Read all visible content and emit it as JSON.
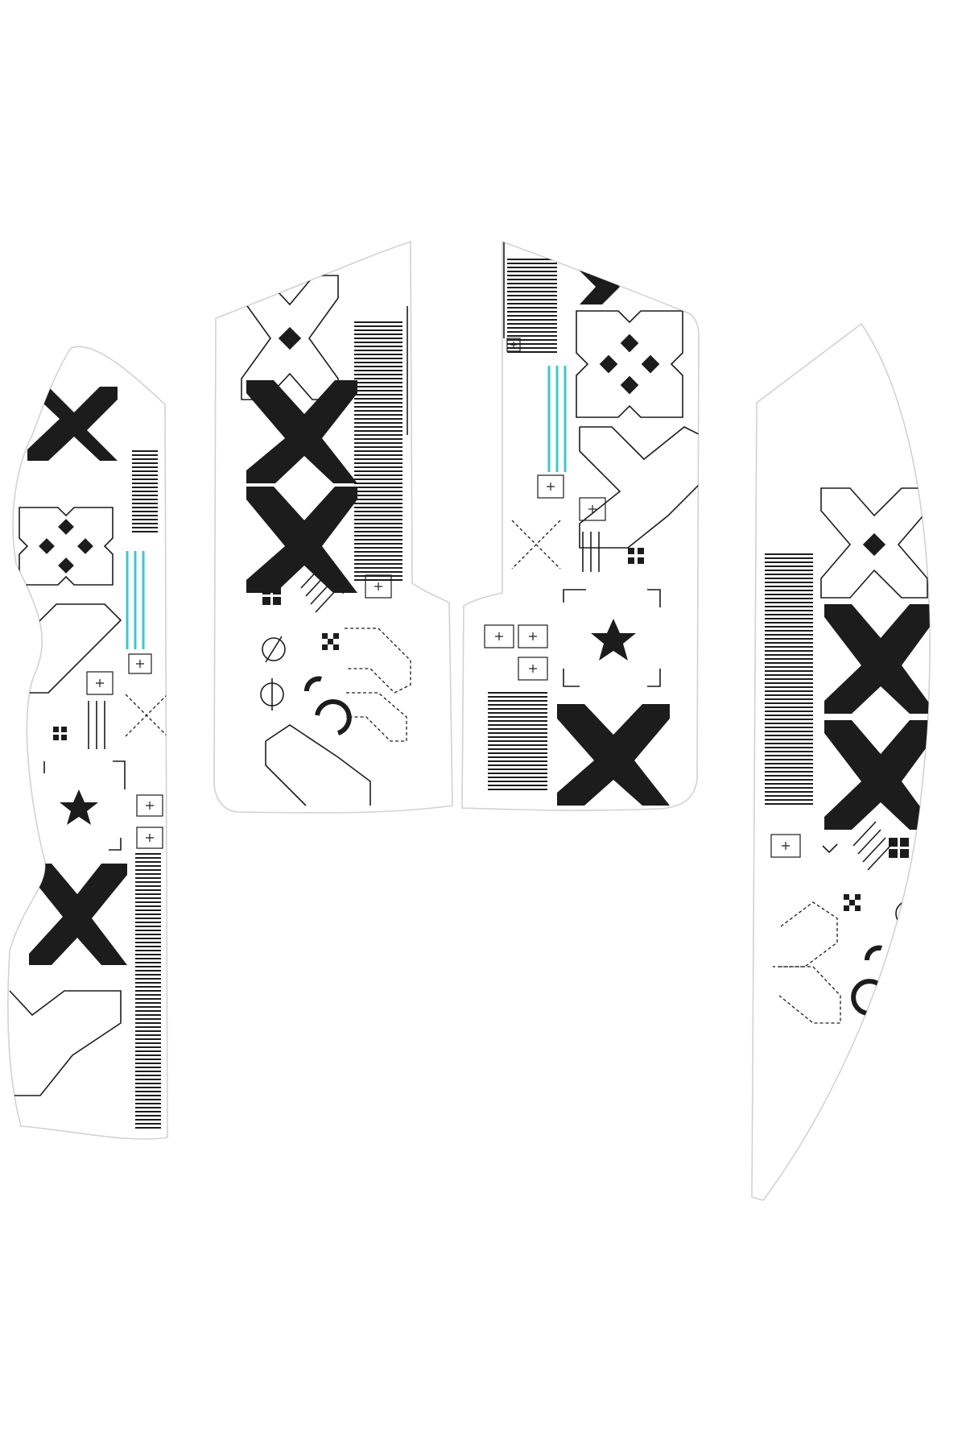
{
  "product": {
    "pieces": [
      {
        "name": "left-side-grip"
      },
      {
        "name": "left-button-grip"
      },
      {
        "name": "right-button-grip"
      },
      {
        "name": "right-side-grip"
      }
    ]
  },
  "colors": {
    "background": "#ffffff",
    "sticker": "#ffffff",
    "outline": "#d2d2d2",
    "ink": "#1c1c1c",
    "accent": "#3fc7c7"
  },
  "icons": [
    "x-mark",
    "diamond-cross",
    "barcode-lines",
    "teal-lines",
    "crosshair-box",
    "star",
    "square-grid",
    "null-circle",
    "dashed-x",
    "pixel-pattern"
  ]
}
